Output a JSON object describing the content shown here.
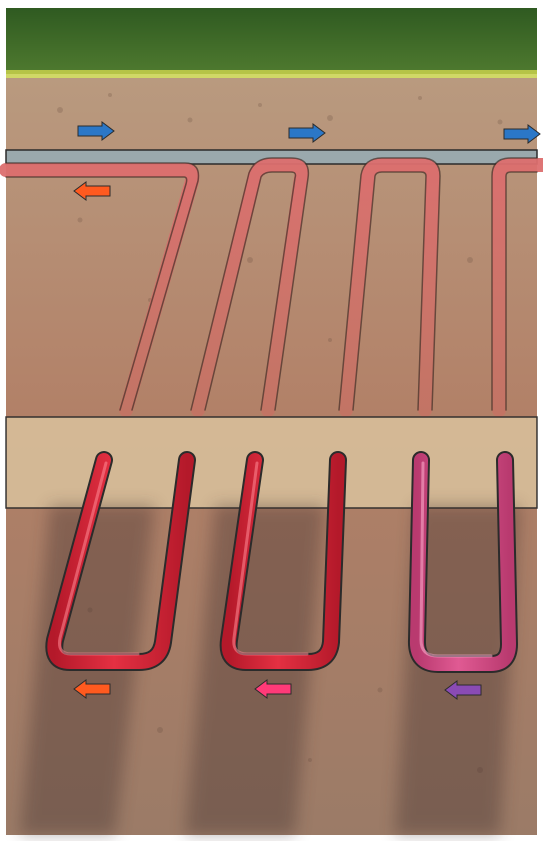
{
  "colors": {
    "grass": "#3f6a2c",
    "grass_edge": "#c8d14b",
    "soil_light": "#b99a7f",
    "soil_dark": "#8b6a56",
    "soil_warm": "#b9786a",
    "pipe_blue": "#9aa9ad",
    "pipe_outline": "#2b2b2b",
    "coil_red": "#d8283a",
    "coil_pink": "#d14a84",
    "slab": "#d7bd99",
    "arrow_blue": "#2b77c7",
    "arrow_orange": "#ff5a1f",
    "arrow_pink": "#ff3a78",
    "arrow_purple": "#8a4bb4"
  },
  "arrows": [
    {
      "direction": "right",
      "color": "arrow_blue"
    },
    {
      "direction": "right",
      "color": "arrow_blue"
    },
    {
      "direction": "right",
      "color": "arrow_blue"
    },
    {
      "direction": "left",
      "color": "arrow_orange"
    },
    {
      "direction": "left",
      "color": "arrow_orange"
    },
    {
      "direction": "left",
      "color": "arrow_pink"
    },
    {
      "direction": "left",
      "color": "arrow_purple"
    }
  ]
}
